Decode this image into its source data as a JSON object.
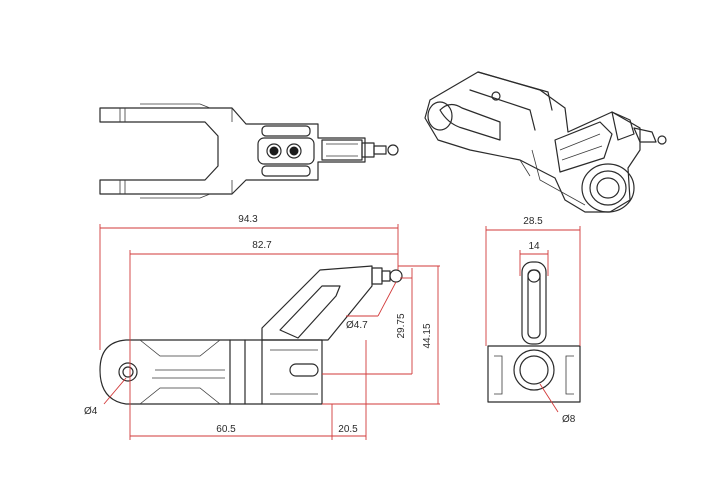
{
  "colors": {
    "outline": "#2b2b2b",
    "dimension": "#d23a3a",
    "text": "#2a2a2a"
  },
  "dimensions": {
    "overall_length": "94.3",
    "body_length": "82.7",
    "ball_dia": "Ø4.7",
    "arm_height": "29.75",
    "total_height": "44.15",
    "pin_hole_dia": "Ø4",
    "fork_length": "60.5",
    "hub_length": "20.5",
    "total_width": "28.5",
    "arm_width": "14",
    "bore_dia": "Ø8"
  }
}
